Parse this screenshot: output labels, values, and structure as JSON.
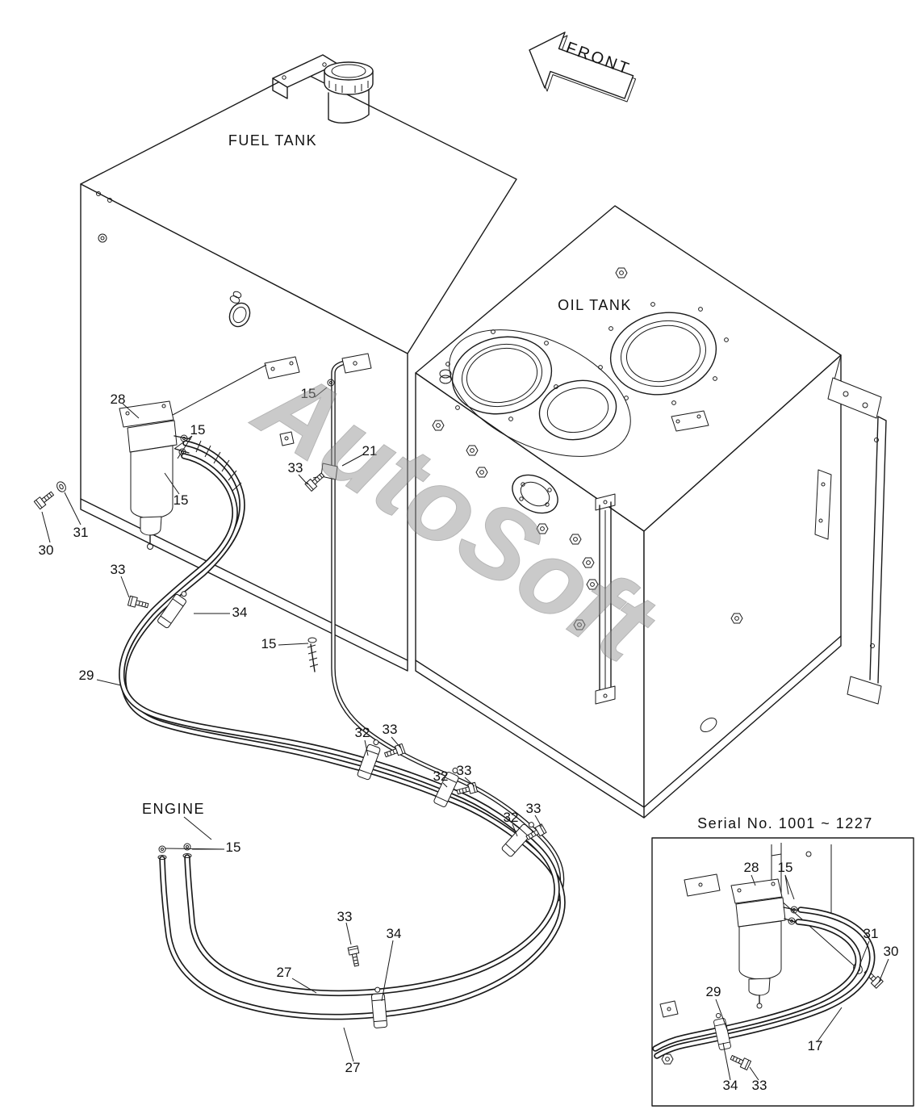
{
  "labels": {
    "front": "FRONT",
    "fuel_tank": "FUEL TANK",
    "oil_tank": "OIL TANK",
    "engine": "ENGINE",
    "serial": "Serial No. 1001 ~ 1227",
    "watermark": "AutoSoft"
  },
  "parts": {
    "15": "15",
    "17": "17",
    "21": "21",
    "27": "27",
    "28": "28",
    "29": "29",
    "30": "30",
    "31": "31",
    "32": "32",
    "33": "33",
    "34": "34"
  }
}
